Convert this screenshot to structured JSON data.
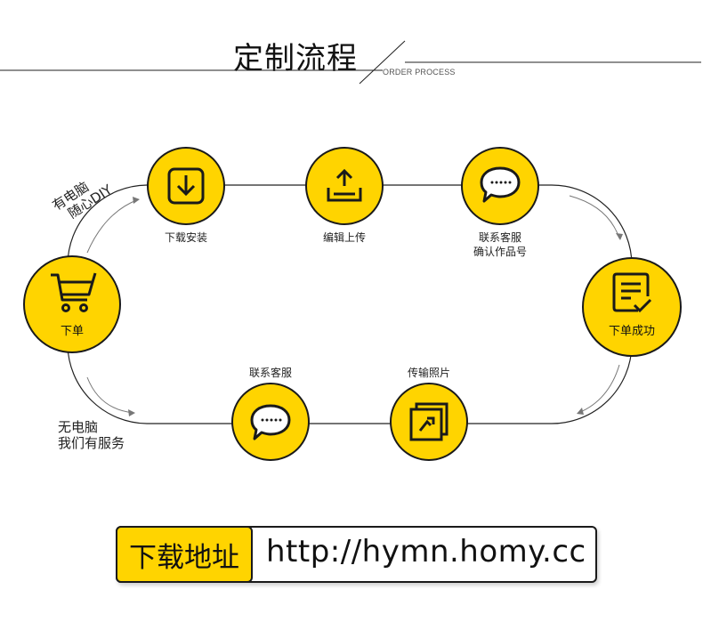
{
  "header": {
    "title": "定制流程",
    "subtitle": "ORDER PROCESS"
  },
  "steps": {
    "download_install": "下载安装",
    "edit_upload": "编辑上传",
    "contact_service_confirm_1": "联系客服",
    "contact_service_confirm_2": "确认作品号",
    "order_success": "下单成功",
    "order": "下单",
    "contact_service": "联系客服",
    "transfer_photos": "传输照片"
  },
  "side_notes": {
    "has_pc_1": "有电脑",
    "has_pc_2": "随心DIY",
    "no_pc_1": "无电脑",
    "no_pc_2": "我们有服务"
  },
  "download": {
    "label": "下载地址",
    "url": "http://hymn.homy.cc"
  },
  "colors": {
    "accent": "#ffd400",
    "stroke": "#1a1a1a"
  },
  "icons": [
    "download-icon",
    "upload-icon",
    "chat-icon",
    "checklist-icon",
    "cart-icon",
    "photo-icon"
  ]
}
